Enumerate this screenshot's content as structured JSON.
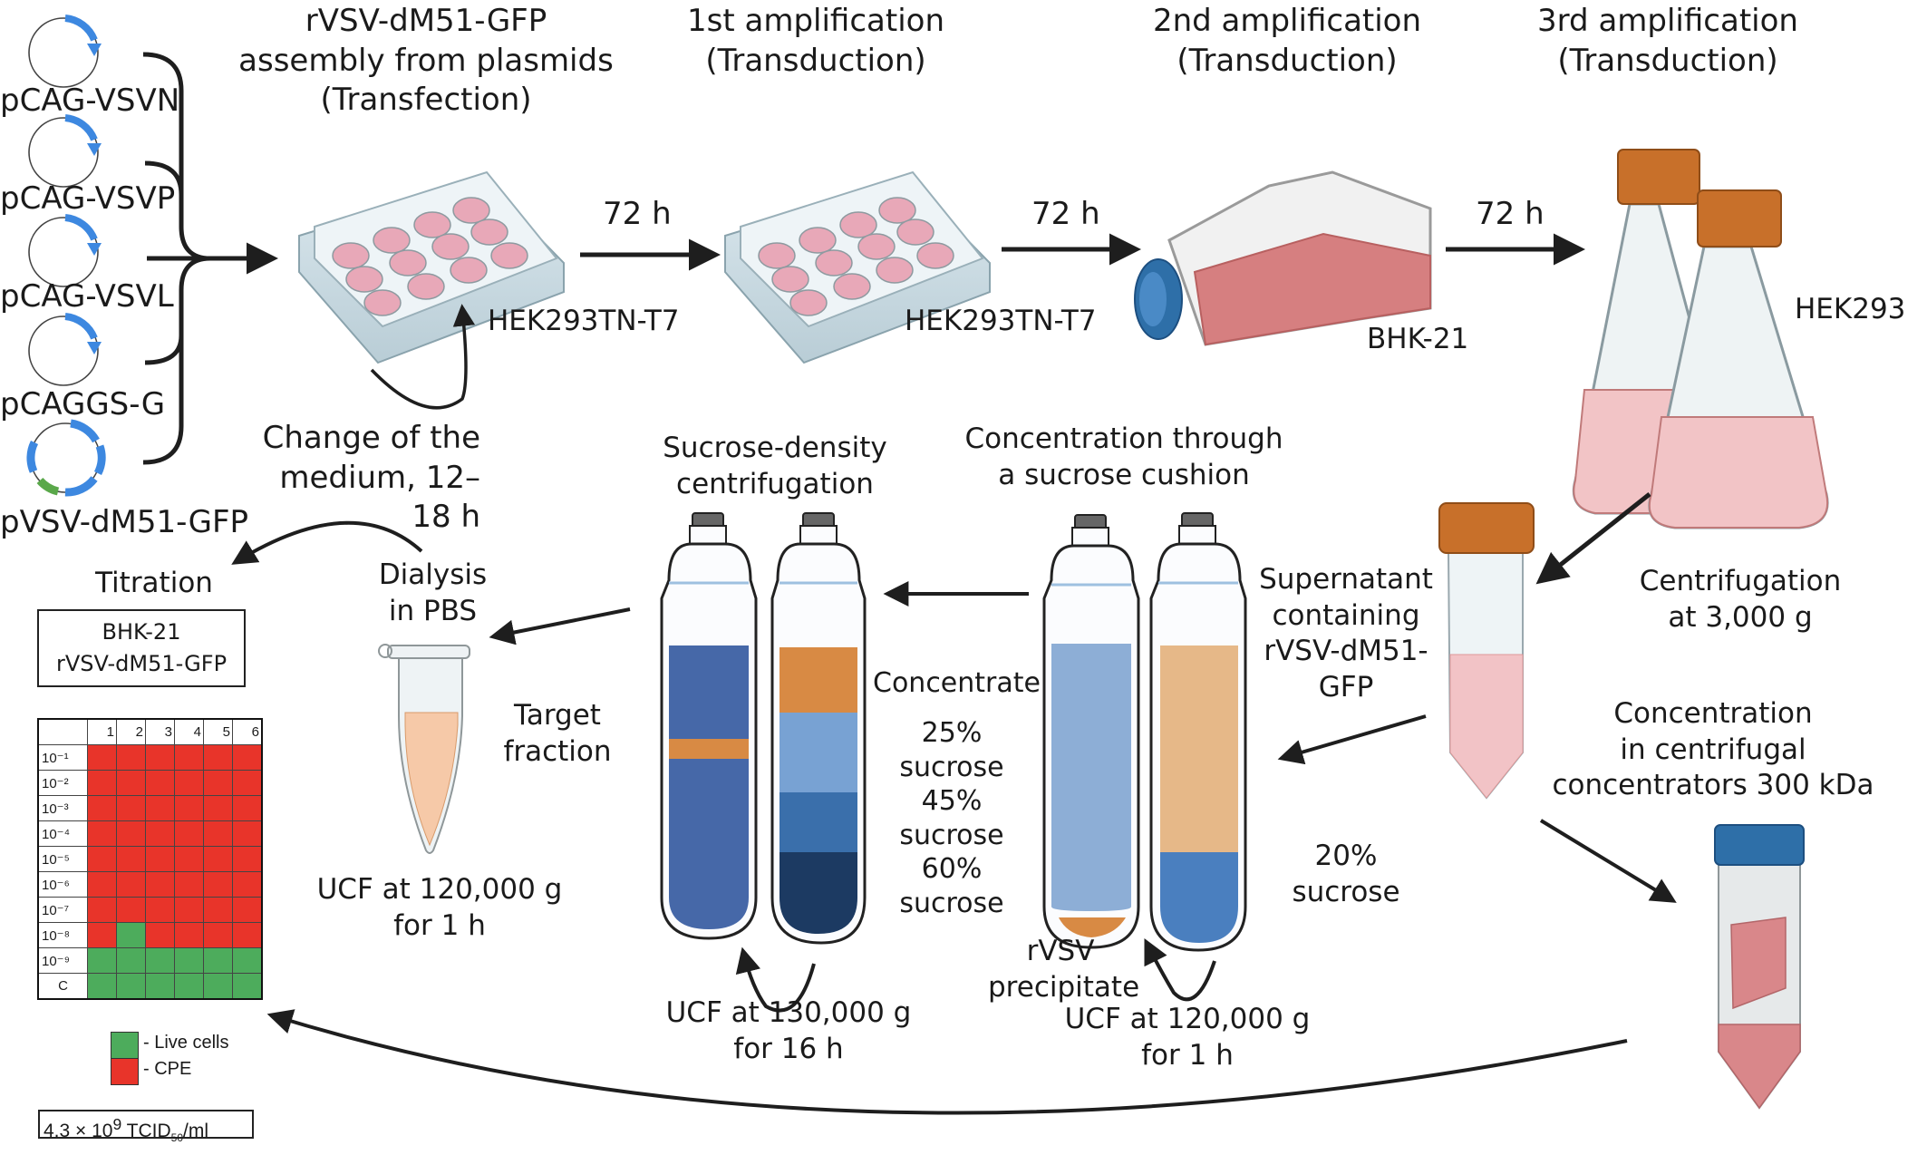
{
  "plasmids": [
    {
      "label": "pCAG-VSVN"
    },
    {
      "label": "pCAG-VSVP"
    },
    {
      "label": "pCAG-VSVL"
    },
    {
      "label": "pCAGGS-G"
    },
    {
      "label": "pVSV-dM51-GFP"
    }
  ],
  "stages": {
    "assembly": {
      "title": "rVSV-dM51-GFP\nassembly from plasmids\n(Transfection)",
      "cell_line": "HEK293TN-T7",
      "medium_change": "Change of the\nmedium, 12–18 h"
    },
    "amp1": {
      "title": "1st amplification\n(Transduction)",
      "cell_line": "HEK293TN-T7"
    },
    "amp2": {
      "title": "2nd amplification\n(Transduction)",
      "cell_line": "BHK-21"
    },
    "amp3": {
      "title": "3rd amplification\n(Transduction)",
      "cell_line": "HEK293"
    }
  },
  "intervals": [
    "72 h",
    "72 h",
    "72 h"
  ],
  "centrifugation": "Centrifugation\nat 3,000 g",
  "supernatant": "Supernatant\ncontaining\nrVSV-dM51-\nGFP",
  "concentrators": "Concentration\nin centrifugal\nconcentrators 300 kDa",
  "cushion": {
    "title": "Concentration through\na sucrose cushion",
    "layer_label": "20%\nsucrose",
    "precipitate": "rVSV\nprecipitate",
    "ucf": "UCF at 120,000 g\nfor 1 h"
  },
  "gradient": {
    "title": "Sucrose-density\ncentrifugation",
    "layers": [
      "Concentrate",
      "25%\nsucrose\n45%\nsucrose\n60%\nsucrose"
    ],
    "ucf": "UCF at 130,000 g\nfor 16 h"
  },
  "target_fraction": "Target\nfraction",
  "dialysis": {
    "title": "Dialysis\nin PBS",
    "ucf": "UCF at 120,000 g\nfor 1 h"
  },
  "titration": {
    "title": "Titration",
    "box": "BHK-21\nrVSV-dM51-GFP",
    "columns": [
      "1",
      "2",
      "3",
      "4",
      "5",
      "6"
    ],
    "rows": [
      {
        "label": "10⁻¹",
        "wells": [
          "CPE",
          "CPE",
          "CPE",
          "CPE",
          "CPE",
          "CPE"
        ]
      },
      {
        "label": "10⁻²",
        "wells": [
          "CPE",
          "CPE",
          "CPE",
          "CPE",
          "CPE",
          "CPE"
        ]
      },
      {
        "label": "10⁻³",
        "wells": [
          "CPE",
          "CPE",
          "CPE",
          "CPE",
          "CPE",
          "CPE"
        ]
      },
      {
        "label": "10⁻⁴",
        "wells": [
          "CPE",
          "CPE",
          "CPE",
          "CPE",
          "CPE",
          "CPE"
        ]
      },
      {
        "label": "10⁻⁵",
        "wells": [
          "CPE",
          "CPE",
          "CPE",
          "CPE",
          "CPE",
          "CPE"
        ]
      },
      {
        "label": "10⁻⁶",
        "wells": [
          "CPE",
          "CPE",
          "CPE",
          "CPE",
          "CPE",
          "CPE"
        ]
      },
      {
        "label": "10⁻⁷",
        "wells": [
          "CPE",
          "CPE",
          "CPE",
          "CPE",
          "CPE",
          "CPE"
        ]
      },
      {
        "label": "10⁻⁸",
        "wells": [
          "CPE",
          "Live",
          "CPE",
          "CPE",
          "CPE",
          "CPE"
        ]
      },
      {
        "label": "10⁻⁹",
        "wells": [
          "Live",
          "Live",
          "Live",
          "Live",
          "Live",
          "Live"
        ]
      },
      {
        "label": "C",
        "wells": [
          "Live",
          "Live",
          "Live",
          "Live",
          "Live",
          "Live"
        ]
      }
    ],
    "legend": [
      {
        "key": "Live",
        "label": "- Live cells",
        "color": "#4dac5c"
      },
      {
        "key": "CPE",
        "label": "- CPE",
        "color": "#e8342a"
      }
    ],
    "titer_value": "4.3 × 10",
    "titer_exp": "9",
    "titer_unit": " TCID",
    "titer_sub": "50",
    "titer_tail": "/ml"
  },
  "colors": {
    "plasmid_arrow": "#3d88e0",
    "plasmid_gfp": "#5aa84a",
    "medium_pink": "#e8a8b8",
    "flask_medium": "#f2c4c6",
    "cap_orange": "#c8702a",
    "cap_blue": "#2e6fa8",
    "grad_dark": "#1c3a62",
    "grad_mid": "#3a6fab",
    "grad_light": "#78a2d3",
    "grad_band": "#d88a44",
    "grad_solid": "#4668a8",
    "cushion_light": "#8daed6",
    "cushion_peach": "#e6b888",
    "cushion_blue": "#4a7fbf",
    "dialysis_fill": "#f6c9a8"
  }
}
